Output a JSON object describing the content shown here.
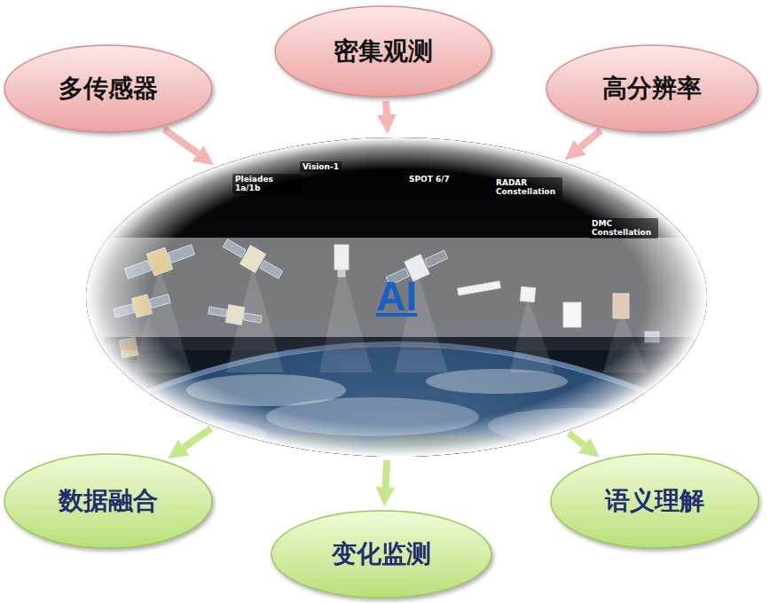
{
  "diagram": {
    "nodes": [
      {
        "text": [
          "多传感器"
        ]
      },
      {
        "text": [
          "密集观测"
        ]
      },
      {
        "text": [
          "高分辨率"
        ]
      },
      {
        "text": [
          "AI"
        ]
      },
      {
        "text": [
          "数据融合"
        ]
      },
      {
        "text": [
          "变化监测"
        ]
      },
      {
        "text": [
          "语义理解"
        ]
      }
    ],
    "edges": [
      {
        "from": 0,
        "to": 3,
        "arrow": "to"
      },
      {
        "from": 1,
        "to": 3,
        "arrow": "to"
      },
      {
        "from": 2,
        "to": 3,
        "arrow": "to"
      },
      {
        "from": 3,
        "to": 4,
        "arrow": "to"
      },
      {
        "from": 3,
        "to": 5,
        "arrow": "to"
      },
      {
        "from": 3,
        "to": 6,
        "arrow": "to"
      }
    ],
    "labels": [
      "Pleiades 1a/1b",
      "Vision-1",
      "SPOT 6/7",
      "RADAR Constellation",
      "DMC Constellation"
    ]
  }
}
